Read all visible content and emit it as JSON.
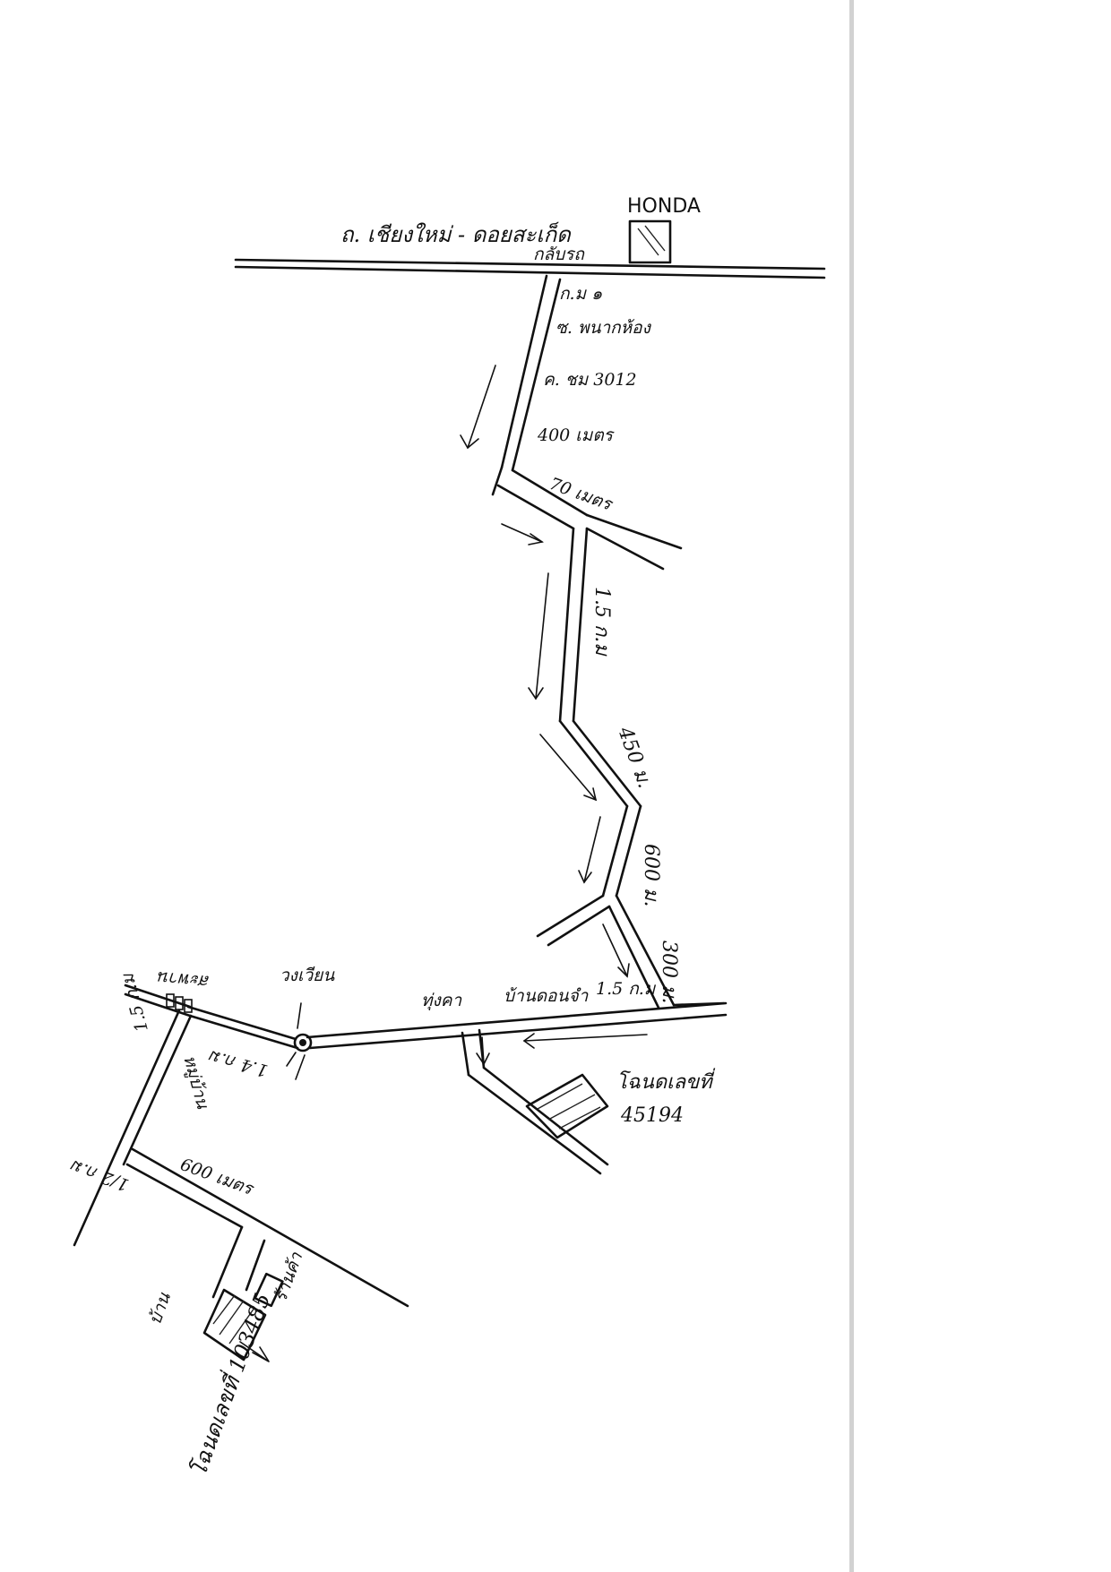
{
  "map": {
    "main_road_label": "ถ. เชียงใหม่ - ดอยสะเก็ด",
    "honda_label": "HONDA",
    "junction_label": "กลับรถ",
    "side_road_lines": [
      "ก.ม ๑",
      "ซ. พนากห้อง",
      "ค. ชม 3012",
      "400 เมตร"
    ],
    "dist_70": "70 เมตร",
    "dist_15km_a": "1.5 ก.ม",
    "dist_450": "450 ม.",
    "dist_600": "600 ม.",
    "dist_300": "300 ม.",
    "village_road_labels": [
      "ทุ่งคา",
      "บ้านดอนจำ",
      "1.5 ก.ม"
    ],
    "dist_14km": "1.4 ก.ม",
    "bridge_label": "สะพาน",
    "roundabout_label": "วงเวียน",
    "target_a_label": "โฉนดเลขที่",
    "target_a_number": "45194",
    "dist_15km_b": "1.5 ก.ม",
    "village_label": "หมู่บ้าน",
    "dist_600_b": "600 เมตร",
    "dist_12km": "1/2 ก.ม",
    "target_b_label": "โฉนดเลขที่ 103485",
    "left_building_label": "บ้าน",
    "right_building_label": "ร้านค้า"
  },
  "colors": {
    "ink": "#111111",
    "paper": "#ffffff",
    "edge": "#d2d2d2"
  }
}
